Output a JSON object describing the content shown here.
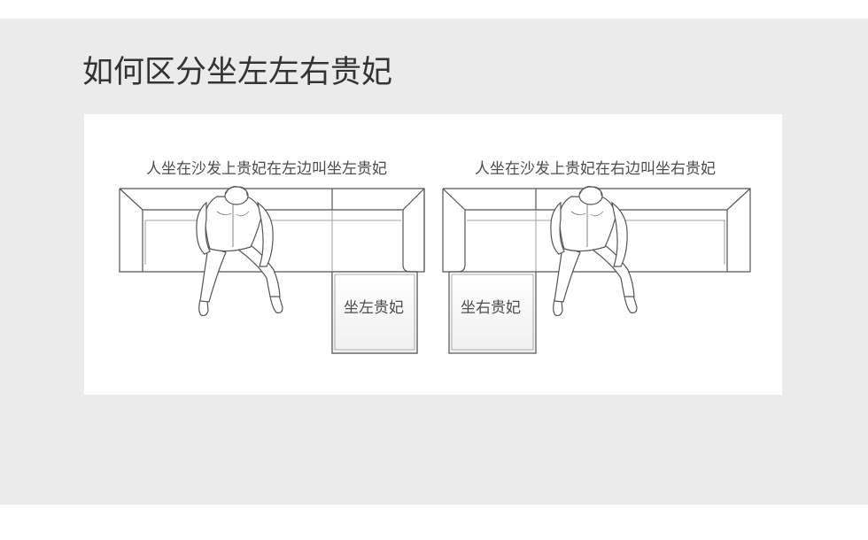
{
  "page": {
    "title": "如何区分坐左左右贵妃"
  },
  "diagram": {
    "left": {
      "caption": "人坐在沙发上贵妃在左边叫坐左贵妃",
      "chaise_label": "坐左贵妃"
    },
    "right": {
      "caption": "人坐在沙发上贵妃在右边叫坐右贵妃",
      "chaise_label": "坐右贵妃"
    }
  },
  "colors": {
    "band": "#ebebeb",
    "panel": "#ffffff",
    "line": "#555555",
    "text": "#4d4d4d",
    "title": "#333333"
  }
}
